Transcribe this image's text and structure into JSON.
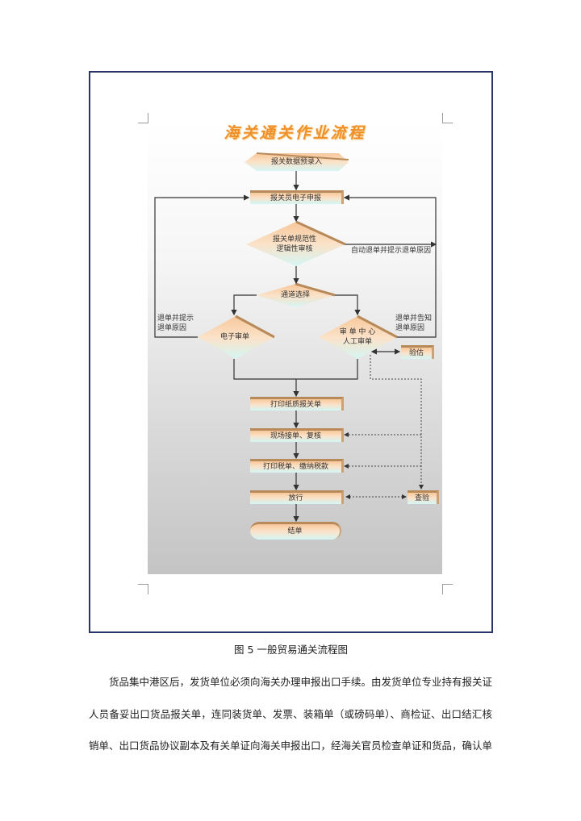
{
  "flowchart": {
    "title": "海关通关作业流程",
    "nodes": {
      "pre_entry": "报关数据预录入",
      "e_declare": "报关员电子申报",
      "review_line1": "报关单规范性",
      "review_line2": "逻辑性审核",
      "channel": "通道选择",
      "e_audit": "电子审单",
      "manual_line1": "审 单 中 心",
      "manual_line2": "人工审单",
      "valuation": "验估",
      "print_form": "打印纸质报关单",
      "onsite": "现场接单、复核",
      "tax": "打印税单、缴纳税款",
      "release": "放行",
      "inspect": "查验",
      "close": "结单"
    },
    "labels": {
      "auto_return": "自动退单并提示退单原因",
      "left_return_line1": "退单并提示",
      "left_return_line2": "退单原因",
      "right_return_line1": "退单并告知",
      "right_return_line2": "退单原因"
    }
  },
  "caption": "图 5  一般贸易通关流程图",
  "paragraph": [
    "货品集中港区后，发货单位必须向海关办理申报出口手续。由发货单位专业持有报关证",
    "人员备妥出口货品报关单，连同装货单、发票、装箱单（或磅码单）、商检证、出口结汇核",
    "销单、出口货品协议副本及有关单证向海关申报出口，经海关官员检查单证和货品，确认单"
  ]
}
